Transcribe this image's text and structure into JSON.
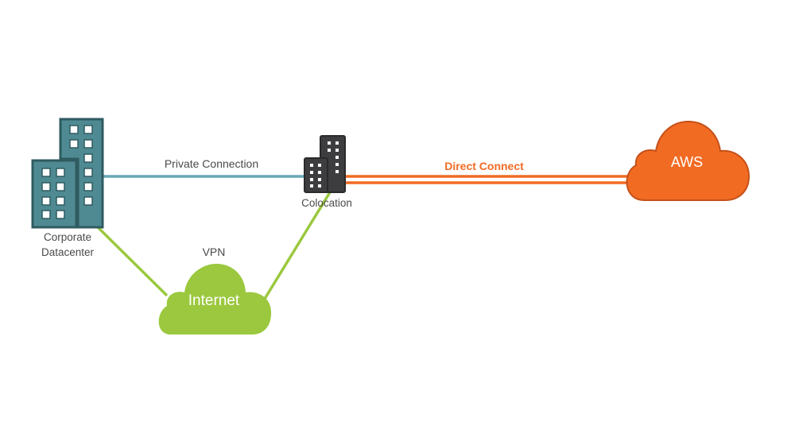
{
  "diagram": {
    "title": "",
    "nodes": {
      "corporate_datacenter": {
        "label_line1": "Corporate",
        "label_line2": "Datacenter",
        "icon": "building-icon"
      },
      "colocation": {
        "label": "Colocation",
        "icon": "building-icon"
      },
      "internet": {
        "label": "Internet",
        "icon": "cloud-icon"
      },
      "aws": {
        "label": "AWS",
        "icon": "cloud-icon"
      }
    },
    "edges": {
      "private_connection": {
        "label": "Private Connection",
        "from": "Corporate Datacenter",
        "to": "Colocation"
      },
      "direct_connect": {
        "label": "Direct Connect",
        "from": "Colocation",
        "to": "AWS"
      },
      "vpn": {
        "label": "VPN",
        "via": "Internet",
        "from": "Corporate Datacenter",
        "to": "Colocation"
      }
    },
    "colors": {
      "datacenter_teal": "#4f8a92",
      "datacenter_dark": "#2f5b61",
      "private_line": "#66a8b4",
      "colocation_gray": "#3d3d40",
      "vpn_green": "#9bc83e",
      "direct_connect_orange": "#f26b23",
      "aws_border": "#c55018",
      "label_gray": "#4a4a4a"
    }
  }
}
